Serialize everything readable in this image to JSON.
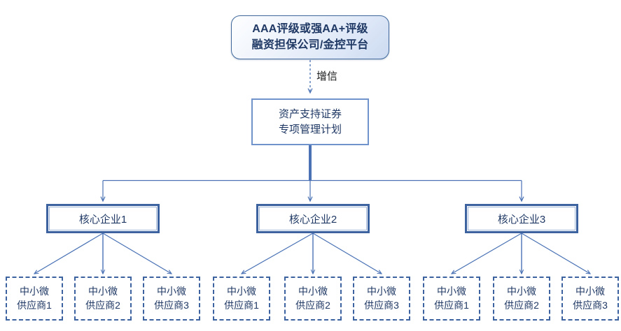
{
  "diagram": {
    "title_node": {
      "name": "guarantor-node",
      "line1": "AAA评级或强AA+评级",
      "line2": "融资担保公司/金控平台"
    },
    "plan_node": {
      "name": "abs-plan-node",
      "line1": "资产支持证券",
      "line2": "专项管理计划"
    },
    "edge_labels": {
      "credit_enhancement": "增信"
    },
    "core_enterprises": [
      {
        "label": "核心企业1"
      },
      {
        "label": "核心企业2"
      },
      {
        "label": "核心企业3"
      }
    ],
    "suppliers": [
      {
        "line1": "中小微",
        "line2": "供应商1"
      },
      {
        "line1": "中小微",
        "line2": "供应商2"
      },
      {
        "line1": "中小微",
        "line2": "供应商3"
      },
      {
        "line1": "中小微",
        "line2": "供应商1"
      },
      {
        "line1": "中小微",
        "line2": "供应商2"
      },
      {
        "line1": "中小微",
        "line2": "供应商3"
      },
      {
        "line1": "中小微",
        "line2": "供应商1"
      },
      {
        "line1": "中小微",
        "line2": "供应商2"
      },
      {
        "line1": "中小微",
        "line2": "供应商3"
      }
    ],
    "colors": {
      "text_blue": "#1f3864",
      "border_blue": "#3c63a0",
      "line_blue": "#4a72b5",
      "node_fill": "#ffffff",
      "background": "#ffffff",
      "guarantor_fill_light": "#fdfeff",
      "guarantor_fill_dark": "#ccdaf0"
    }
  }
}
